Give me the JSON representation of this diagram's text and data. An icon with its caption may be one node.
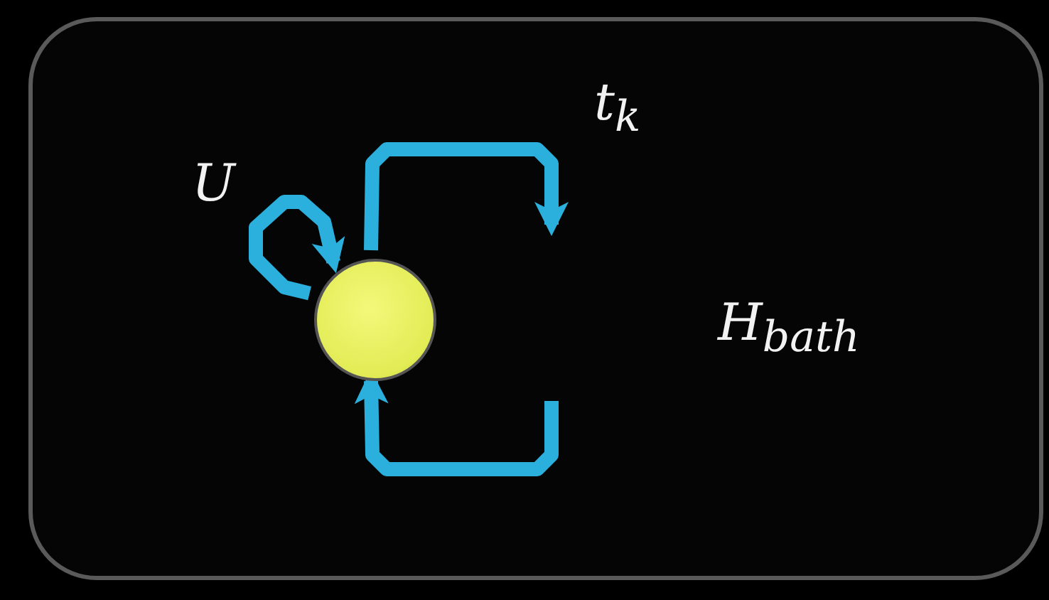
{
  "diagram": {
    "nodes": [
      {
        "text": [
          "H$_{bath}$"
        ]
      },
      {
        "text": [],
        "shape": "circle",
        "in": 0
      }
    ],
    "edges": [
      {
        "from": 1,
        "to": 1,
        "arrow": "to",
        "label": "U"
      },
      {
        "from": 1,
        "to": null,
        "arrow": "to",
        "label": "t$_{k}$"
      },
      {
        "from": null,
        "to": 1,
        "arrow": "to"
      }
    ]
  }
}
